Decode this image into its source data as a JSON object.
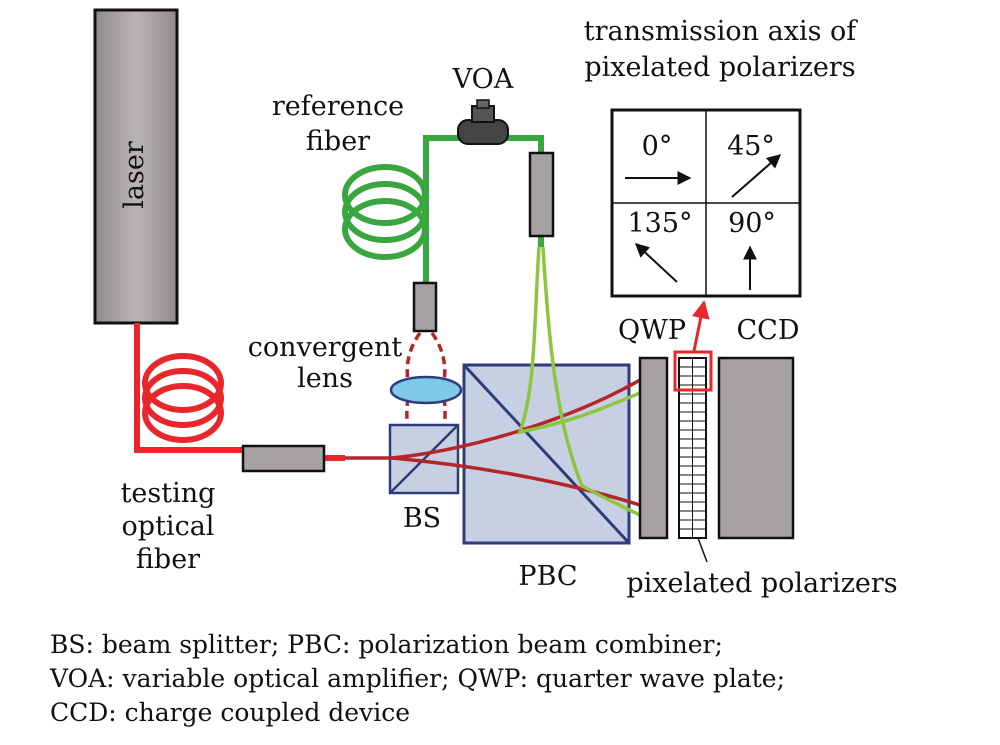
{
  "colors": {
    "test_fiber": "#e8262b",
    "ref_fiber": "#3aa63f",
    "beam_red": "#b5262b",
    "beam_green": "#8cc63f",
    "component_gray": "#a6a2a2",
    "cube_fill": "#c7cfe3",
    "cube_stroke": "#2d3d7a",
    "lens_fill": "#7ec8e8"
  },
  "labels": {
    "laser": "laser",
    "voa": "VOA",
    "reference_fiber_line1": "reference",
    "reference_fiber_line2": "fiber",
    "convergent_lens_line1": "convergent",
    "convergent_lens_line2": "lens",
    "testing_fiber_line1": "testing",
    "testing_fiber_line2": "optical",
    "testing_fiber_line3": "fiber",
    "bs": "BS",
    "pbc": "PBC",
    "qwp": "QWP",
    "ccd": "CCD",
    "pixelated_polarizers": "pixelated polarizers",
    "transmission_axis_line1": "transmission axis of",
    "transmission_axis_line2": "pixelated polarizers"
  },
  "polarizer_grid": {
    "cells": [
      {
        "angle": "0°",
        "arrow": "right-arrow-icon"
      },
      {
        "angle": "45°",
        "arrow": "up-right-arrow-icon"
      },
      {
        "angle": "135°",
        "arrow": "up-left-arrow-icon"
      },
      {
        "angle": "90°",
        "arrow": "up-arrow-icon"
      }
    ]
  },
  "caption": {
    "line1": "BS: beam splitter; PBC: polarization beam combiner;",
    "line2": "VOA: variable optical amplifier; QWP: quarter wave plate;",
    "line3": "CCD: charge coupled device"
  }
}
